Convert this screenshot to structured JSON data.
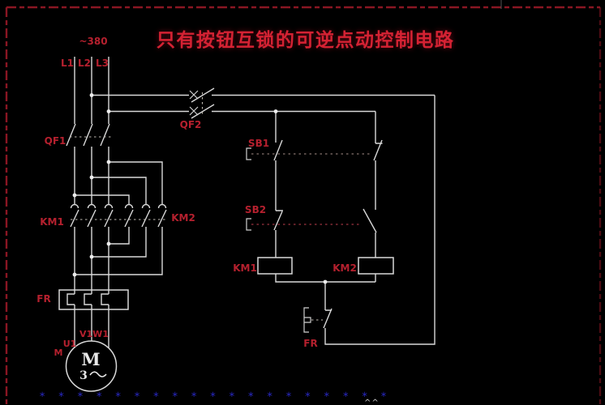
{
  "title": "只有按钮互锁的可逆点动控制电路",
  "schematic": {
    "supply_label": "~380",
    "phases": [
      "L1",
      "L2",
      "L3"
    ],
    "main_breaker": "QF1",
    "control_breaker": "QF2",
    "forward_button": "SB1",
    "reverse_button": "SB2",
    "km1_contacts": "KM1",
    "km2_contacts": "KM2",
    "km1_coil": "KM1",
    "km2_coil": "KM2",
    "thermal_relay": "FR",
    "thermal_trip_contact": "FR",
    "motor_terminal_u": "U1",
    "motor_terminals_vw": "V1W1",
    "motor_tag": "M",
    "motor_letter": "M",
    "motor_phase_number": "3"
  },
  "decorations": {
    "watermark_row": "∗∗∗∗∗∗∗∗∗∗∗∗∗∗∗∗∗∗∗",
    "edge_mark": "^^"
  },
  "colors": {
    "background": "#000000",
    "wire": "#d9d9d9",
    "label_red": "#b5202e",
    "title_red": "#d42233",
    "border_red": "#8a1623",
    "watermark_blue": "#2323aa"
  }
}
